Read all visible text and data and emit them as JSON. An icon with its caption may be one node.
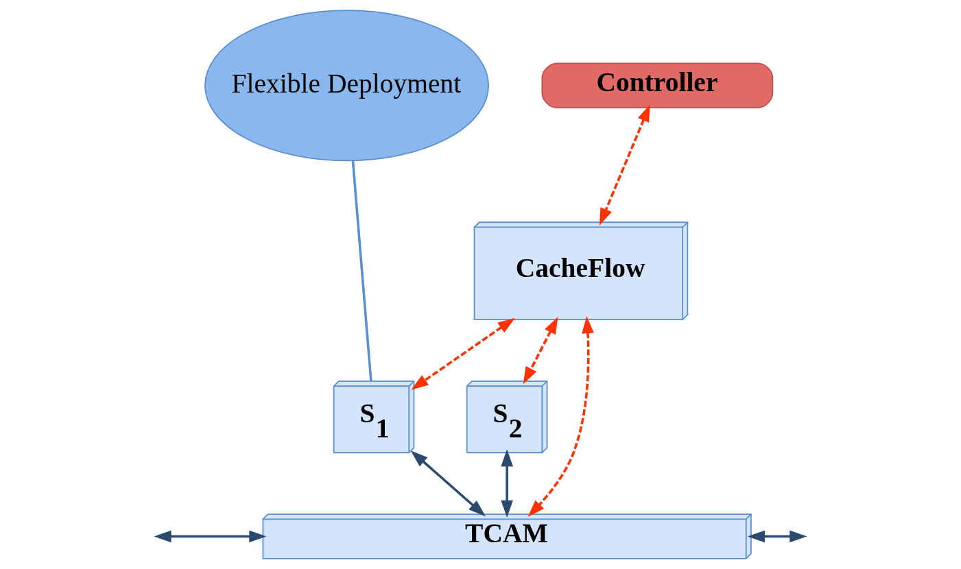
{
  "diagram": {
    "nodes": [
      {
        "text": [
          "Controller"
        ]
      },
      {
        "text": [
          "CacheFlow"
        ]
      },
      {
        "text": [
          "Flexible Deployment"
        ]
      },
      {
        "text": [
          "S$_{1}$"
        ]
      },
      {
        "text": [
          "S$_{2}$"
        ]
      },
      {
        "text": [
          "TCAM"
        ]
      }
    ],
    "edges": [
      {
        "from": 0,
        "to": 1,
        "arrow": "both",
        "style": "dashed",
        "color": "#ff3300"
      },
      {
        "from": 1,
        "to": 3,
        "arrow": "both",
        "style": "dashed",
        "color": "#ff3300"
      },
      {
        "from": 1,
        "to": 5,
        "arrow": "both",
        "style": "dashed",
        "color": "#ff3300"
      },
      {
        "from": 1,
        "to": 4,
        "arrow": "both",
        "style": "dashed",
        "color": "#ff3300"
      },
      {
        "from": 2,
        "to": 3,
        "arrow": "none",
        "color": "#5b8fd0"
      },
      {
        "from": 3,
        "to": 5,
        "arrow": "both",
        "color": "#2c4a6e"
      },
      {
        "from": 4,
        "to": 5,
        "arrow": "both",
        "color": "#2c4a6e"
      },
      {
        "from": null,
        "to": 5,
        "arrow": "both",
        "color": "#2c4a6e"
      },
      {
        "from": 5,
        "to": null,
        "arrow": "both",
        "color": "#2c4a6e"
      }
    ]
  }
}
